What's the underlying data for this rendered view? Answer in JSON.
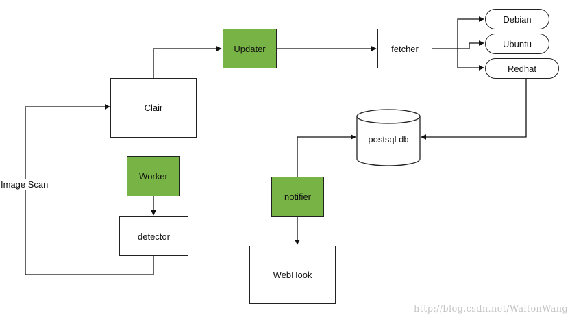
{
  "nodes": {
    "clair": "Clair",
    "updater": "Updater",
    "fetcher": "fetcher",
    "debian": "Debian",
    "ubuntu": "Ubuntu",
    "redhat": "Redhat",
    "postgres": "postsql db",
    "worker": "Worker",
    "detector": "detector",
    "notifier": "notifier",
    "webhook": "WebHook"
  },
  "edge_labels": {
    "image_scan": "Image Scan"
  },
  "colors": {
    "highlight": "#78b445",
    "stroke": "#222222"
  },
  "watermark": "http://blog.csdn.net/WaltonWang"
}
